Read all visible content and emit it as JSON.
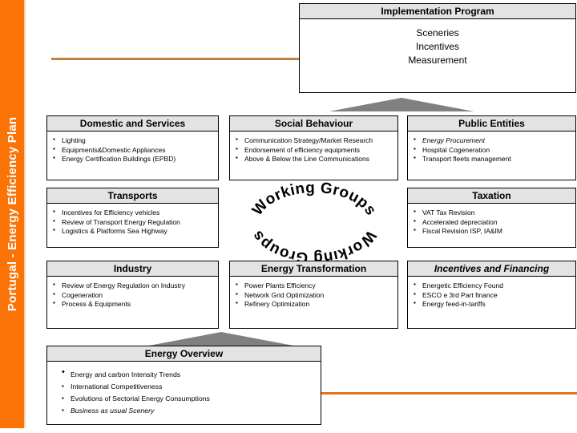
{
  "slide": {
    "sidebar_label": "Portugal - Energy Efficiency Plan",
    "accent_orange": "#f97306",
    "accent_rule_top": "#c1803f",
    "accent_rule_bottom": "#e2751a",
    "header_fill": "#e3e3e3",
    "arrow_fill": "#808080"
  },
  "implementation": {
    "title": "Implementation Program",
    "lines": [
      "Sceneries",
      "Incentives",
      "Measurement"
    ]
  },
  "working_groups": {
    "top_text": "Working Groups",
    "bottom_text": "Working Groups"
  },
  "panels": {
    "domestic": {
      "title": "Domestic and Services",
      "items": [
        {
          "text": "Lighting",
          "italic": false
        },
        {
          "text": "Equipments&Domestic Appliances",
          "italic": false
        },
        {
          "text": "Energy Certification Buildings (EPBD)",
          "italic": false
        }
      ]
    },
    "social": {
      "title": "Social Behaviour",
      "items": [
        {
          "text": "Communication Strategy/Market Research",
          "italic": false
        },
        {
          "text": "Endorsement of efficiency equipments",
          "italic": false
        },
        {
          "text": "Above & Below the Line  Communications",
          "italic": false
        }
      ]
    },
    "public": {
      "title": "Public Entities",
      "items": [
        {
          "text": "Energy Procurement",
          "italic": true
        },
        {
          "text": "Hospital Cogeneration",
          "italic": false
        },
        {
          "text": "Transport fleets management",
          "italic": false
        }
      ]
    },
    "transports": {
      "title": "Transports",
      "items": [
        {
          "text": "Incentives for Efficiency vehicles",
          "italic": false
        },
        {
          "text": "Review of Transport Energy Regulation",
          "italic": false
        },
        {
          "text": "Logistics & Platforms Sea Highway",
          "italic": false
        }
      ]
    },
    "taxation": {
      "title": "Taxation",
      "items": [
        {
          "text": "VAT Tax Revision",
          "italic": false
        },
        {
          "text": "Accelerated depreciation",
          "italic": false
        },
        {
          "text": "Fiscal Revision ISP, IA&IM",
          "italic": false
        }
      ]
    },
    "industry": {
      "title": "Industry",
      "items": [
        {
          "text": "Review of  Energy Regulation on Industry",
          "italic": false
        },
        {
          "text": "Cogeneration",
          "italic": false
        },
        {
          "text": "Process & Equipments",
          "italic": false
        }
      ]
    },
    "transformation": {
      "title": "Energy Transformation",
      "items": [
        {
          "text": "Power Plants Efficiency",
          "italic": false
        },
        {
          "text": "Network Grid Optimization",
          "italic": false
        },
        {
          "text": "Refinery Optimization",
          "italic": false
        }
      ]
    },
    "financing": {
      "title": "Incentives and Financing",
      "title_italic": true,
      "items": [
        {
          "text": "Energetic Efficiency Found",
          "italic": false
        },
        {
          "text": "ESCO e 3rd Part finance",
          "italic": false,
          "italic_tail": "3rd Part finance"
        },
        {
          "text": "Energy feed-in-tariffs",
          "italic": false
        }
      ]
    },
    "overview": {
      "title": "Energy Overview",
      "items": [
        {
          "text": "Energy and carbon Intensity Trends",
          "italic": false,
          "bullet": "round"
        },
        {
          "text": "International Competitiveness",
          "italic": false
        },
        {
          "text": "Evolutions of Sectorial Energy Consumptions",
          "italic": false
        },
        {
          "text": "Business as usual Scenery",
          "italic": true
        }
      ]
    }
  }
}
